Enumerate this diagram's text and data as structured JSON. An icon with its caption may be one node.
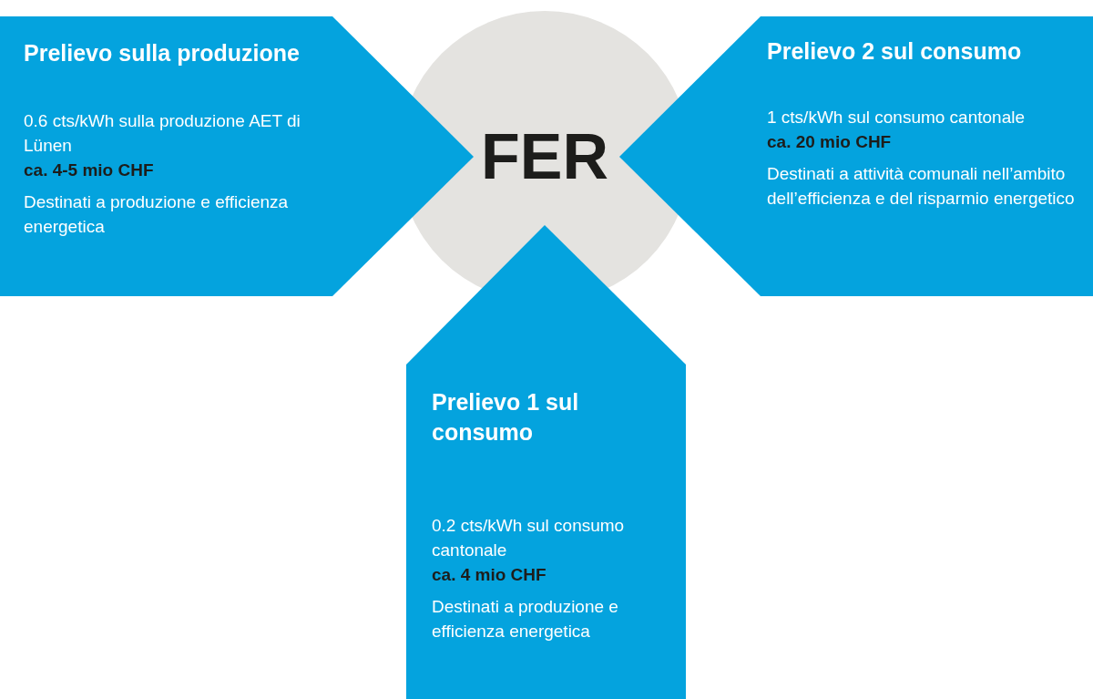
{
  "diagram": {
    "nodes": [
      {
        "text": [
          "Prelievo sulla produzione",
          "0.6 cts/kWh sulla produzione AET di Lünen",
          "ca. 4-5 mio CHF",
          "Destinati a produzione e efficienza energetica"
        ]
      },
      {
        "text": [
          "FER"
        ]
      },
      {
        "text": [
          "Prelievo 2 sul consumo",
          "1 cts/kWh sul consumo cantonale",
          "ca. 20 mio CHF",
          "Destinati a attività comunali nell’ambito dell’efficienza e del risparmio energetico"
        ]
      },
      {
        "text": [
          "Prelievo 1 sul consumo",
          "0.2 cts/kWh sul consumo cantonale",
          "ca. 4 mio CHF",
          "Destinati a produzione e efficienza energetica"
        ]
      }
    ]
  }
}
